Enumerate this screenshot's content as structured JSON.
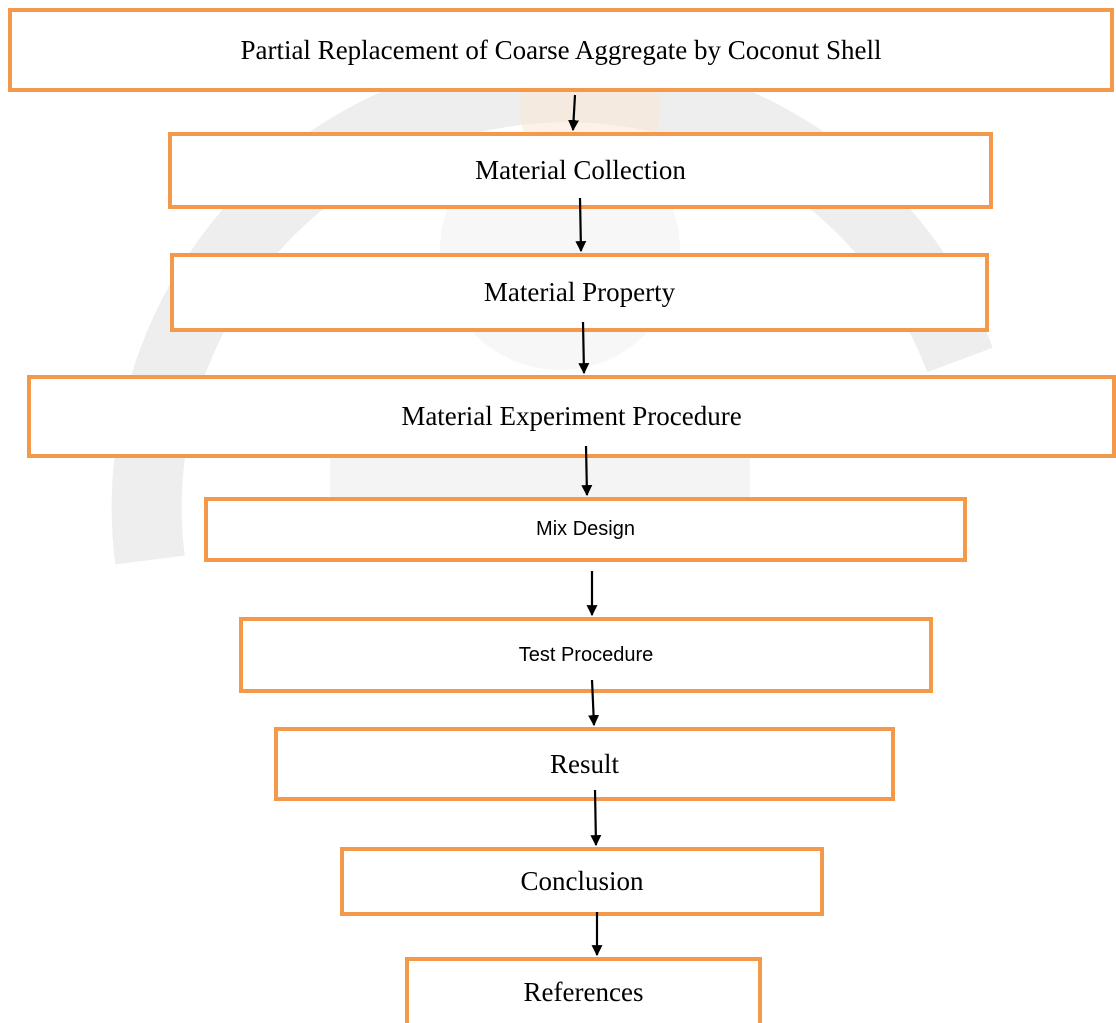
{
  "flowchart": {
    "steps": [
      {
        "label": "Partial Replacement of Coarse Aggregate by Coconut Shell"
      },
      {
        "label": "Material Collection"
      },
      {
        "label": "Material Property"
      },
      {
        "label": "Material Experiment Procedure"
      },
      {
        "label": "Mix Design"
      },
      {
        "label": "Test Procedure"
      },
      {
        "label": "Result"
      },
      {
        "label": "Conclusion"
      },
      {
        "label": "References"
      }
    ]
  },
  "colors": {
    "box_border": "#f39a4a",
    "arrow": "#000000",
    "watermark": "#ececec"
  }
}
